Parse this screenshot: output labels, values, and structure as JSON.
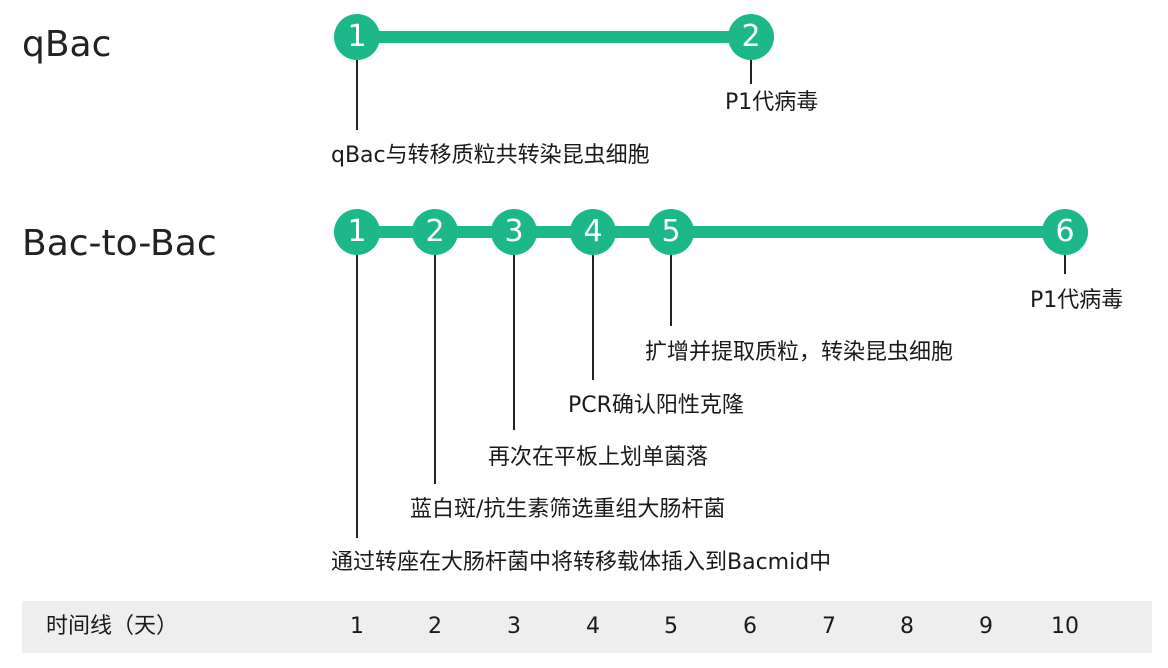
{
  "qbac": {
    "title": "qBac",
    "nodes": [
      "1",
      "2"
    ],
    "labels": [
      "qBac与转移质粒共转染昆虫细胞",
      "P1代病毒"
    ]
  },
  "bac": {
    "title": "Bac-to-Bac",
    "nodes": [
      "1",
      "2",
      "3",
      "4",
      "5",
      "6"
    ],
    "labels": [
      "通过转座在大肠杆菌中将转移载体插入到Bacmid中",
      "蓝白斑/抗生素筛选重组大肠杆菌",
      "再次在平板上划单菌落",
      "PCR确认阳性克隆",
      "扩增并提取质粒，转染昆虫细胞",
      "P1代病毒"
    ]
  },
  "timeline": {
    "title": "时间线（天）",
    "days": [
      "1",
      "2",
      "3",
      "4",
      "5",
      "6",
      "7",
      "8",
      "9",
      "10"
    ]
  },
  "colors": {
    "accent": "#1db88a",
    "timeline_bg": "#eeeeee"
  }
}
